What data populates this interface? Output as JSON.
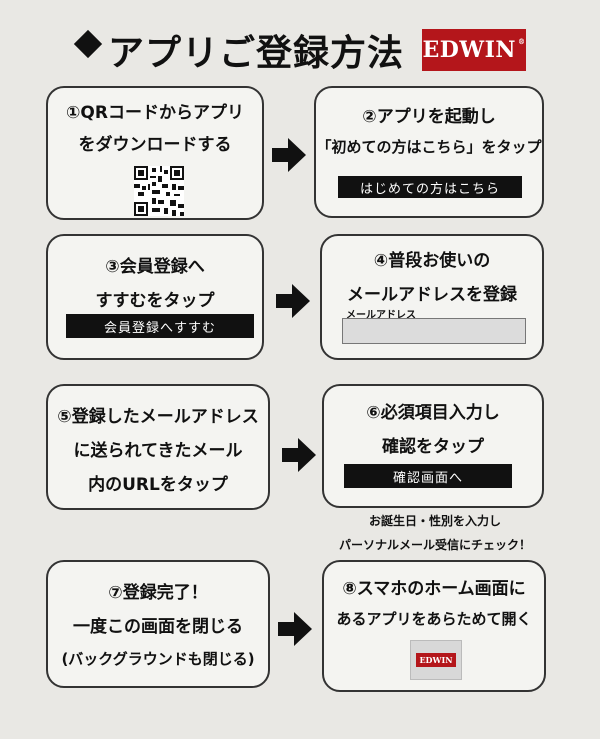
{
  "header": {
    "title": "アプリご登録方法",
    "logo_text": "EDWIN"
  },
  "steps": [
    {
      "lines": [
        "①QRコードからアプリ",
        "をダウンロードする"
      ]
    },
    {
      "lines": [
        "②アプリを起動し",
        "「初めての方はこちら」をタップ"
      ],
      "button": "はじめての方はこちら"
    },
    {
      "lines": [
        "③会員登録へ",
        "すすむをタップ"
      ],
      "button": "会員登録へすすむ"
    },
    {
      "lines": [
        "④普段お使いの",
        "メールアドレスを登録"
      ],
      "field_label": "メールアドレス"
    },
    {
      "lines": [
        "⑤登録したメールアドレス",
        "に送られてきたメール",
        "内のURLをタップ"
      ]
    },
    {
      "lines": [
        "⑥必須項目入力し",
        "確認をタップ"
      ],
      "button": "確認画面へ"
    },
    {
      "lines": [
        "⑦登録完了！",
        "一度この画面を閉じる",
        "(バックグラウンドも閉じる)"
      ]
    },
    {
      "lines": [
        "⑧スマホのホーム画面に",
        "あるアプリをあらためて開く"
      ],
      "app_icon_text": "EDWIN"
    }
  ],
  "note": {
    "lines": [
      "お誕生日・性別を入力し",
      "パーソナルメール受信にチェック！"
    ]
  },
  "colors": {
    "brand": "#b4161b",
    "bar": "#111111",
    "card": "#f4f4f1",
    "background": "#e9e8e4"
  },
  "icons": {
    "arrow": "arrow-right-icon",
    "qr": "qr-code-icon",
    "title_marker": "diamond-icon"
  }
}
